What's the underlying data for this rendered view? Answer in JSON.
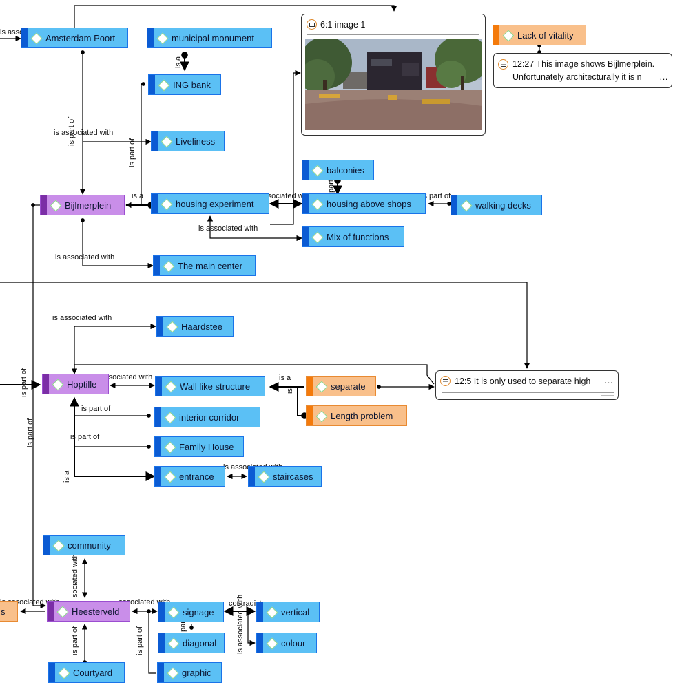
{
  "colors": {
    "code_blue": "#5bc0f5",
    "entity_purple": "#c98ee9",
    "memo_orange": "#f9c08b"
  },
  "nodes": {
    "amsterdam_poort": "Amsterdam Poort",
    "municipal_monument": "municipal monument",
    "ing_bank": "ING bank",
    "liveliness": "Liveliness",
    "bijlmerplein": "Bijlmerplein",
    "housing_experiment": "housing experiment",
    "balconies": "balconies",
    "housing_above_shops": "housing above shops",
    "walking_decks": "walking decks",
    "mix_of_functions": "Mix of functions",
    "the_main_center": "The main center",
    "lack_of_vitality": "Lack of vitality",
    "haardstee": "Haardstee",
    "hoptille": "Hoptille",
    "wall_like_structure": "Wall like structure",
    "separate": "separate",
    "length_problem": "Length problem",
    "interior_corridor": "interior corridor",
    "family_house": "Family House",
    "entrance": "entrance",
    "staircases": "staircases",
    "community": "community",
    "heesterveld": "Heesterveld",
    "signage": "signage",
    "vertical": "vertical",
    "diagonal": "diagonal",
    "colour": "colour",
    "graphic": "graphic",
    "courtyard": "Courtyard",
    "partial_left": "s"
  },
  "cards": {
    "image_title": "6:1 image 1",
    "memo1_line1": "12:27 This image shows Bijlmerplein.",
    "memo1_line2": "Unfortunately architecturally it is n",
    "memo1_ellipsis": "…",
    "memo2_text": "12:5 It is only used to separate high",
    "memo2_ellipsis": "…"
  },
  "relations": {
    "is_a": "is a",
    "is_part_of": "is part of",
    "is_associated_with": "is associated with",
    "is_associated_with_cut": "is associated wi",
    "associated_with_cut": "associated with",
    "ated_with_cut": "ated wi",
    "sociated_with_cut": "sociated with",
    "contradicts_cut": "contradict",
    "part_cut": "part",
    "par_cut": "par",
    "is_cut": "is"
  },
  "icons": [
    "rhombus-code-icon",
    "memo-icon",
    "image-icon"
  ]
}
